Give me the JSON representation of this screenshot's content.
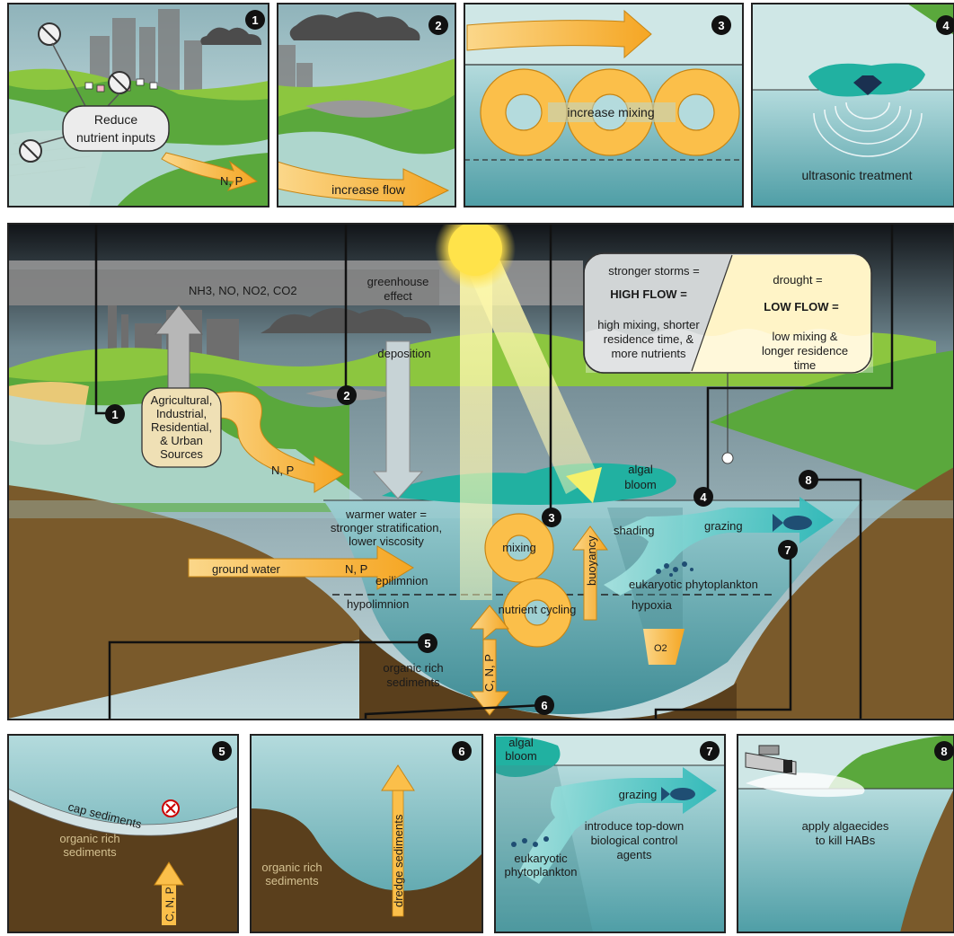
{
  "panels": {
    "p1": {
      "num": "1",
      "label_line1": "Reduce",
      "label_line2": "nutrient inputs",
      "np": "N, P"
    },
    "p2": {
      "num": "2",
      "label": "increase flow"
    },
    "p3": {
      "num": "3",
      "label": "increase mixing"
    },
    "p4": {
      "num": "4",
      "label": "ultrasonic treatment"
    },
    "p5": {
      "num": "5",
      "cap": "cap sediments",
      "organic1": "organic rich",
      "organic2": "sediments",
      "cnp": "C, N, P"
    },
    "p6": {
      "num": "6",
      "organic1": "organic rich",
      "organic2": "sediments",
      "dredge": "dredge sediments"
    },
    "p7": {
      "num": "7",
      "bloom1": "algal",
      "bloom2": "bloom",
      "grazing": "grazing",
      "text1": "introduce top-down",
      "text2": "biological control",
      "text3": "agents",
      "eu1": "eukaryotic",
      "eu2": "phytoplankton"
    },
    "p8": {
      "num": "8",
      "text1": "apply algaecides",
      "text2": "to kill HABs"
    }
  },
  "main": {
    "gases": "NH3, NO, NO2, CO2",
    "greenhouse1": "greenhouse",
    "greenhouse2": "effect",
    "deposition": "deposition",
    "sources1": "Agricultural,",
    "sources2": "Industrial,",
    "sources3": "Residential,",
    "sources4": "& Urban",
    "sources5": "Sources",
    "np_river": "N, P",
    "ground_water": "ground water",
    "gw_np": "N, P",
    "warmer1": "warmer water =",
    "warmer2": "stronger stratification,",
    "warmer3": "lower viscosity",
    "epilimnion": "epilimnion",
    "hypolimnion": "hypolimnion",
    "mixing": "mixing",
    "nutrient_cycling": "nutrient cycling",
    "buoyancy": "buoyancy",
    "shading": "shading",
    "grazing": "grazing",
    "eukaryotic": "eukaryotic phytoplankton",
    "hypoxia": "hypoxia",
    "o2": "O2",
    "algal_bloom1": "algal",
    "algal_bloom2": "bloom",
    "organic1": "organic rich",
    "organic2": "sediments",
    "cnp": "C, N, P",
    "storms": "stronger storms =",
    "high_flow": "HIGH FLOW =",
    "high1": "high mixing, shorter",
    "high2": "residence time, &",
    "high3": "more nutrients",
    "drought": "drought =",
    "low_flow": "LOW FLOW =",
    "low1": "low mixing &",
    "low2": "longer residence",
    "low3": "time",
    "markers": [
      "1",
      "2",
      "3",
      "4",
      "5",
      "6",
      "7",
      "8"
    ]
  }
}
